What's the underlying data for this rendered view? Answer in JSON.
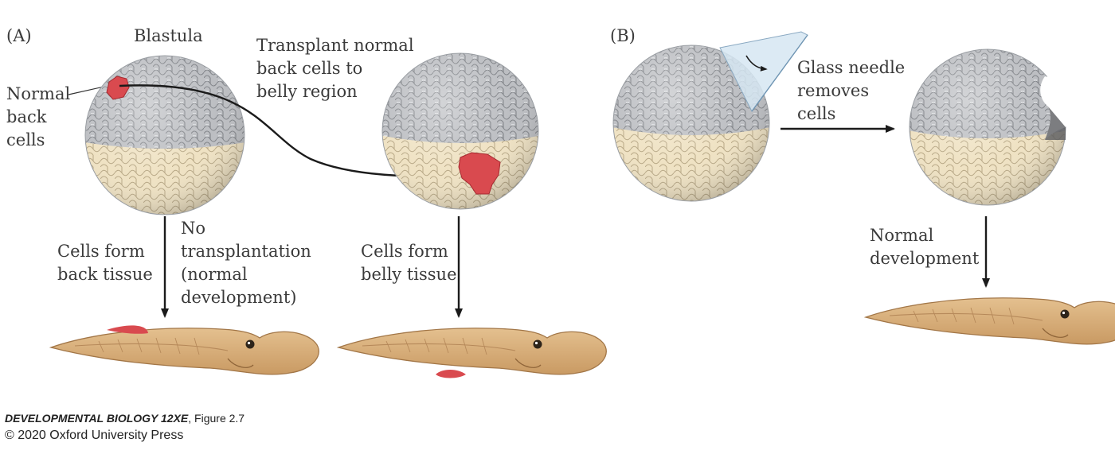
{
  "panels": {
    "a": {
      "letter": "(A)",
      "blastula_label": "Blastula",
      "donor_label": [
        "Normal",
        "back",
        "cells"
      ],
      "transplant_label": [
        "Transplant normal",
        "back cells to",
        "belly region"
      ],
      "left_result_label": [
        "Cells form",
        "back tissue"
      ],
      "control_label": [
        "No",
        "transplantation",
        "(normal",
        "development)"
      ],
      "right_result_label": [
        "Cells form",
        "belly tissue"
      ]
    },
    "b": {
      "letter": "(B)",
      "needle_label": [
        "Glass needle",
        "removes",
        "cells"
      ],
      "result_label": [
        "Normal",
        "development"
      ]
    }
  },
  "credit": {
    "book": "Developmental Biology 12xe",
    "figure": ", Figure 2.7",
    "copyright": "© 2020 Oxford University Press"
  },
  "colors": {
    "animal_cap": "#b9bbbf",
    "vegetal": "#eedfbe",
    "transplant": "#d94a4f",
    "tadpole": "#d8b07c",
    "arrow": "#1b1b1b"
  }
}
